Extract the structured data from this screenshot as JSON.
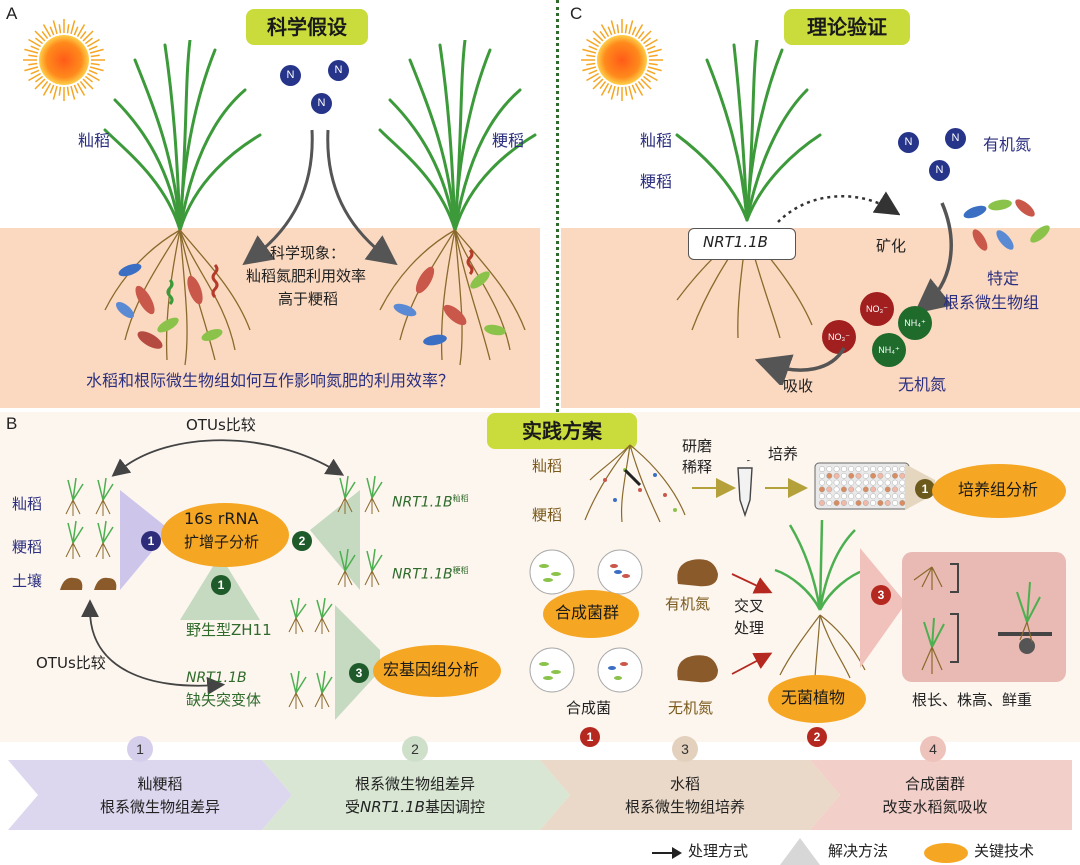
{
  "panel_a": {
    "letter": "A",
    "title": "科学假设",
    "left_rice": "籼稻",
    "right_rice": "粳稻",
    "n_symbol": "N",
    "phenomenon": [
      "科学现象：",
      "籼稻氮肥利用效率",
      "高于粳稻"
    ],
    "question": "水稻和根际微生物组如何互作影响氮肥的利用效率？"
  },
  "panel_c": {
    "letter": "C",
    "title": "理论验证",
    "rice1": "籼稻",
    "rice2": "粳稻",
    "gene": "NRT1.1B",
    "organic_n": "有机氮",
    "mineralize": "矿化",
    "microbiome": [
      "特定",
      "根系微生物组"
    ],
    "inorganic_n": "无机氮",
    "absorb": "吸收",
    "no3": "NO₃⁻",
    "nh4": "NH₄⁺"
  },
  "panel_b": {
    "letter": "B",
    "otus_top": "OTUs比较",
    "otus_bottom": "OTUs比较",
    "left_labels": [
      "籼稻",
      "粳稻",
      "土壤"
    ],
    "amplicon": [
      "16s rRNA",
      "扩增子分析"
    ],
    "gene_indica": "NRT1.1B",
    "gene_indica_sup": "籼稻",
    "gene_japonica": "NRT1.1B",
    "gene_japonica_sup": "粳稻",
    "wildtype": "野生型ZH11",
    "mutant_gene": "NRT1.1B",
    "mutant_text": "缺失突变体",
    "metagenome": "宏基因组分析",
    "badge1": "1",
    "badge2": "2",
    "badge3": "3"
  },
  "practice": {
    "title": "实践方案",
    "rice1": "籼稻",
    "rice2": "粳稻",
    "grind": [
      "研磨",
      "稀释"
    ],
    "culture": "培养",
    "culturome": "培养组分析",
    "syncom": "合成菌群",
    "organic_n": "有机氮",
    "inorganic_n": "无机氮",
    "cross": [
      "交叉",
      "处理"
    ],
    "syn_bacteria": "合成菌",
    "sterile_plant": "无菌植物",
    "measure": "根长、株高、鲜重",
    "badge1": "1",
    "badge2": "2",
    "badge3": "3"
  },
  "steps": [
    {
      "num": "1",
      "line1": "籼粳稻",
      "line2": "根系微生物组差异",
      "color": "#dcd6ee",
      "numbg": "#c9c1e6"
    },
    {
      "num": "2",
      "line1": "根系微生物组差异",
      "line2_pre": "受",
      "line2_gene": "NRT1.1B",
      "line2_post": "基因调控",
      "color": "#d8e6d3",
      "numbg": "#c2d9bb"
    },
    {
      "num": "3",
      "line1": "水稻",
      "line2": "根系微生物组培养",
      "color": "#ead9c8",
      "numbg": "#dfc8b1"
    },
    {
      "num": "4",
      "line1": "合成菌群",
      "line2": "改变水稻氮吸收",
      "color": "#f2cfc9",
      "numbg": "#eab9b1"
    }
  ],
  "legend": {
    "method": "处理方式",
    "solution": "解决方法",
    "key_tech": "关键技术"
  },
  "colors": {
    "title_green": "#c9dc3c",
    "soil": "#fbd9c0",
    "oval_orange": "#f5a623",
    "navy": "#26348a",
    "dark_green_badge": "#1f5a2a",
    "red_badge": "#b5281f"
  }
}
